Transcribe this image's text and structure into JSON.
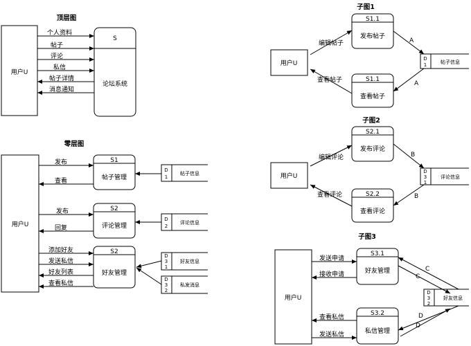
{
  "sections": {
    "top": {
      "title": "顶层图",
      "entity": "用户U",
      "process": {
        "id": "S",
        "name": "论坛系统"
      },
      "flows_in": [
        "个人资料",
        "帖子",
        "评论",
        "私信"
      ],
      "flows_out": [
        "帖子详情",
        "消息通知"
      ]
    },
    "zero": {
      "title": "零层图",
      "entity": "用户U",
      "processes": [
        {
          "id": "S1",
          "name": "帖子管理",
          "flows": [
            "发布",
            "查看"
          ]
        },
        {
          "id": "S2",
          "name": "评论管理",
          "flows": [
            "发布",
            "回复"
          ]
        },
        {
          "id": "S2",
          "name": "好友管理",
          "flows": [
            "添加好友",
            "发送私信",
            "好友列表",
            "查看私信"
          ]
        }
      ],
      "stores": [
        {
          "id": "D\n1",
          "name": "帖子信息"
        },
        {
          "id": "D\n2",
          "name": "评论信息"
        },
        {
          "id": "D\n3\n1",
          "name": "好友信息"
        },
        {
          "id": "D\n3\n2",
          "name": "私发消息"
        }
      ]
    },
    "sub1": {
      "title": "子图1",
      "entity": "用户U",
      "processes": [
        {
          "id": "S1.1",
          "name": "发布帖子"
        },
        {
          "id": "S1.1",
          "name": "查看帖子"
        }
      ],
      "flows": [
        "编辑帖子",
        "查看帖子"
      ],
      "store": {
        "id": "D\n1",
        "name": "帖子信息"
      },
      "store_flow": "A"
    },
    "sub2": {
      "title": "子图2",
      "entity": "用户U",
      "processes": [
        {
          "id": "S2.1",
          "name": "发布评论"
        },
        {
          "id": "S2.2",
          "name": "查看评论"
        }
      ],
      "flows": [
        "编辑评论",
        "查看评论"
      ],
      "store": {
        "id": "D\n3\n1",
        "name": "评论信息"
      },
      "store_flow": "B"
    },
    "sub3": {
      "title": "子图3",
      "entity": "用户U",
      "processes": [
        {
          "id": "S3.1",
          "name": "好友管理"
        },
        {
          "id": "S3.2",
          "name": "私信管理"
        }
      ],
      "flows": [
        "发送申请",
        "接收申请",
        "查看私信",
        "发送私信"
      ],
      "store": {
        "id": "D\n3\n2",
        "name": "好友信息"
      },
      "store_flows": [
        "C",
        "D"
      ]
    }
  }
}
